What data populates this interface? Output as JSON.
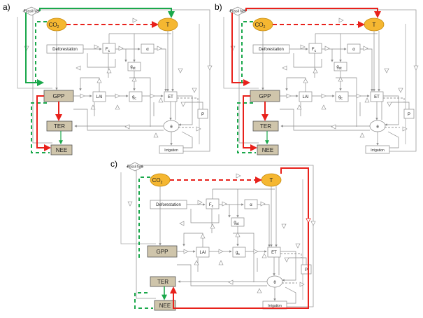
{
  "panels": [
    {
      "label": "a)"
    },
    {
      "label": "b)"
    },
    {
      "label": "c)"
    }
  ],
  "nodes": {
    "co2": "CO",
    "co2_sub": "2",
    "temperature": "T",
    "fossil_fuel": "Fossil fuel",
    "deforestation": "Deforestation",
    "fc": "F",
    "fc_sub": "c",
    "alpha": "α",
    "gst": "g",
    "gst_sub": "st",
    "gc": "g",
    "gc_sub": "c",
    "lai": "LAI",
    "et": "ET",
    "gpp": "GPP",
    "ter": "TER",
    "nee": "NEE",
    "theta": "θ",
    "precip": "P",
    "irrigation": "Irrigation"
  },
  "colors": {
    "co2_fill": "#f5b731",
    "box_fill": "#cfc5ab",
    "red": "#e8211b",
    "green": "#1aa84b",
    "line": "#7a7a7a"
  }
}
